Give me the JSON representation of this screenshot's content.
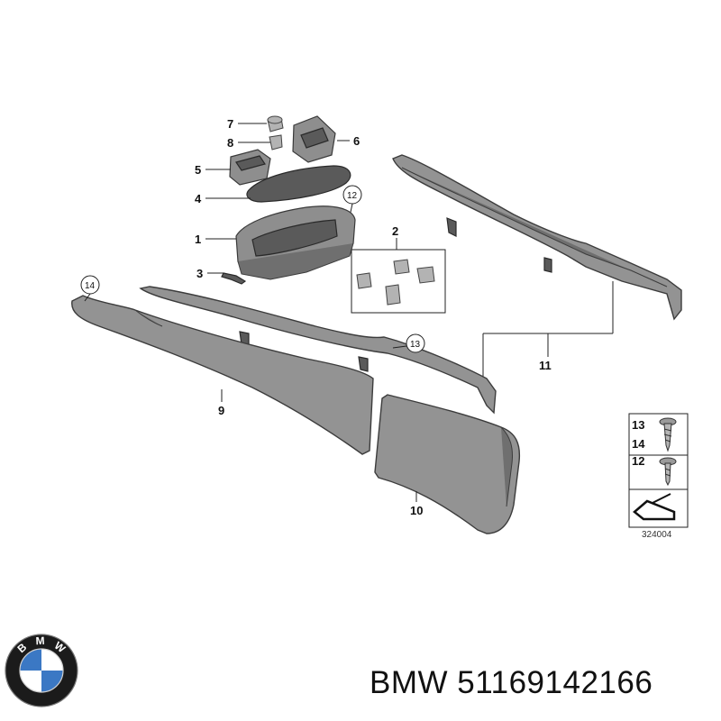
{
  "diagram": {
    "callouts": {
      "p1": "1",
      "p2": "2",
      "p3": "3",
      "p4": "4",
      "p5": "5",
      "p6": "6",
      "p7": "7",
      "p8": "8",
      "p9": "9",
      "p10": "10",
      "p11": "11",
      "p12": "12",
      "p13": "13",
      "p14": "14"
    },
    "legend": {
      "row1_a": "13",
      "row1_b": "14",
      "row2": "12"
    },
    "reference_number": "324004"
  },
  "caption": {
    "brand": "BMW",
    "part_number": "51169142166",
    "text": "BMW 51169142166"
  },
  "logo": {
    "letters": [
      "B",
      "M",
      "W"
    ],
    "colors": {
      "blue": "#3b78c4",
      "white": "#ffffff",
      "ring": "#1b1b1b"
    }
  }
}
